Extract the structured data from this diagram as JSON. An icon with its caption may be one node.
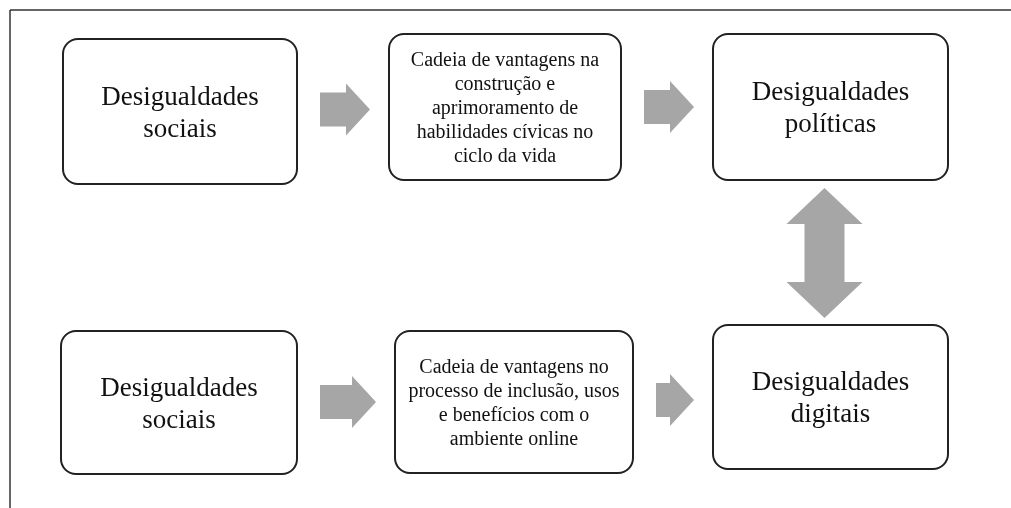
{
  "diagram": {
    "nodes": [
      {
        "text": [
          "Desigualdades sociais"
        ]
      },
      {
        "text": [
          "Cadeia de vantagens na construção e aprimoramento de habilidades cívicas no ciclo da vida"
        ]
      },
      {
        "text": [
          "Desigualdades políticas"
        ]
      },
      {
        "text": [
          "Desigualdades sociais"
        ]
      },
      {
        "text": [
          "Cadeia de vantagens no processo de inclusão, usos e benefícios com o ambiente online"
        ]
      },
      {
        "text": [
          "Desigualdades digitais"
        ]
      }
    ],
    "edges": [
      {
        "from": 0,
        "to": 1,
        "arrow": "to"
      },
      {
        "from": 1,
        "to": 2,
        "arrow": "to"
      },
      {
        "from": 2,
        "to": 5,
        "arrow": "both"
      },
      {
        "from": 3,
        "to": 4,
        "arrow": "to"
      },
      {
        "from": 4,
        "to": 5,
        "arrow": "to"
      }
    ]
  }
}
